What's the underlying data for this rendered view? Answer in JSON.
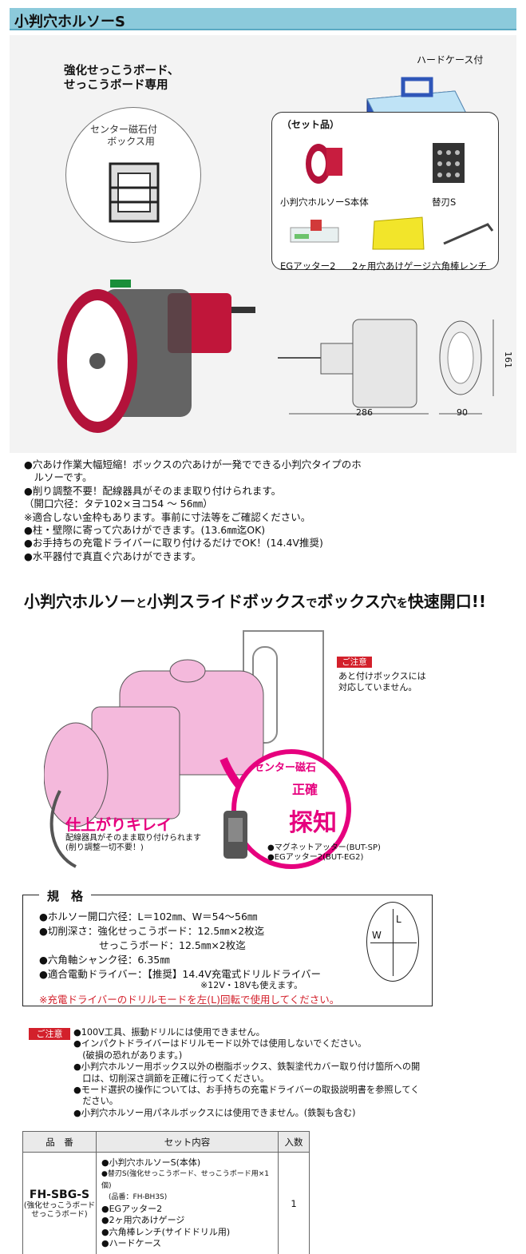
{
  "header": {
    "title": "小判穴ホルソーS"
  },
  "photo": {
    "headline": [
      "強化せっこうボード、",
      "せっこうボード専用"
    ],
    "center_label": [
      "センター磁石付",
      "ボックス用"
    ],
    "hard_case": "ハードケース付",
    "set_title": "（セット品）",
    "set_items": [
      "小判穴ホルソーS本体",
      "替刃S",
      "EGアッター2",
      "2ヶ用穴あけゲージ",
      "六角棒レンチ"
    ],
    "dims": {
      "length": "286",
      "width": "90",
      "height": "161"
    }
  },
  "features": [
    "●穴あけ作業大幅短縮！ボックスの穴あけが一発でできる小判穴タイプのホ",
    "　ルソーです。",
    "●削り調整不要！配線器具がそのまま取り付けられます。",
    "（開口穴径：タテ102×ヨコ54 ～ 56㎜）",
    "※適合しない金枠もあります。事前に寸法等をご確認ください。",
    "●柱・壁際に寄って穴あけができます。(13.6㎜迄OK)",
    "●お手持ちの充電ドライバーに取り付けるだけでOK！(14.4V推奨)",
    "●水平器付で真直ぐ穴あけができます。"
  ],
  "tagline": {
    "p1": "小判穴ホルソー",
    "p2": "と",
    "p3": "小判スライドボックス",
    "p4": "で",
    "p5": "ボックス穴",
    "p6": "を",
    "p7": "快速開口!!"
  },
  "illustration": {
    "caution_badge": "ご注意",
    "caution_text": [
      "あと付けボックスには",
      "対応していません。"
    ],
    "magnet": "センター磁石",
    "seikaku": "正確",
    "tanchi": "探知",
    "finish": "仕上がりキレイ",
    "finish_sub": [
      "配線器具がそのまま取り付けられます",
      "(削り調整一切不要！)"
    ],
    "parts": [
      "●マグネットアッター(BUT-SP)",
      "●EGアッター2(BUT-EG2)"
    ]
  },
  "spec": {
    "title": "規　格",
    "rows": [
      "●ホルソー開口穴径：L＝102㎜、W＝54～56㎜",
      "●切削深さ：強化せっこうボード：12.5㎜×2枚迄",
      "　　　　　　せっこうボード：12.5㎜×2枚迄",
      "●六角軸シャンク径：6.35㎜",
      "●適合電動ドライバー：【推奨】14.4V充電式ドリルドライバー",
      "※12V・18Vも使えます。"
    ],
    "warning": "※充電ドライバーのドリルモードを左(L)回転で使用してください。",
    "diagram_L": "L",
    "diagram_W": "W"
  },
  "cautions": {
    "badge": "ご注意",
    "lines": [
      "●100V工具、振動ドリルには使用できません。",
      "●インパクトドライバーはドリルモード以外では使用しないでください。",
      "　(破損の恐れがあります。)",
      "●小判穴ホルソー用ボックス以外の樹脂ボックス、鉄製塗代カバー取り付け箇所への開",
      "　口は、切削深さ調節を正確に行ってください。",
      "●モード選択の操作については、お手持ちの充電ドライバーの取扱説明書を参照してく",
      "　ださい。",
      "●小判穴ホルソー用パネルボックスには使用できません。(鉄製も含む)"
    ]
  },
  "table": {
    "headers": [
      "品　番",
      "セット内容",
      "入数"
    ],
    "code": "FH-SBG-S",
    "code_sub": [
      "(強化せっこうボード",
      "せっこうボード)"
    ],
    "contents": [
      "●小判穴ホルソーS(本体)",
      "●替刃S(強化せっこうボード、せっこうボード用×1個)",
      "　(品番：FH-BH3S)",
      "●EGアッター2",
      "●2ヶ用穴あけゲージ",
      "●六角棒レンチ(サイドドリル用)",
      "●ハードケース"
    ],
    "qty": "1"
  }
}
